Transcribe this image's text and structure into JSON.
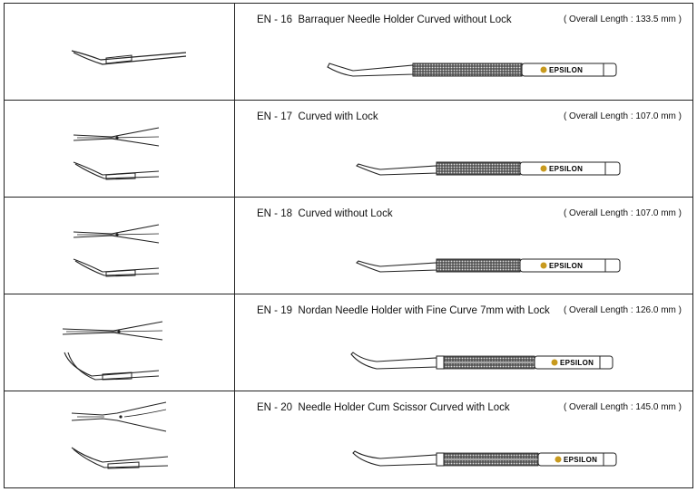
{
  "brand": "EPSILON",
  "rows": [
    {
      "code": "EN - 16",
      "name": "Barraquer Needle Holder Curved without Lock",
      "length": "( Overall Length : 133.5 mm )"
    },
    {
      "code": "EN - 17",
      "name": "Curved with Lock",
      "length": "( Overall Length : 107.0 mm )"
    },
    {
      "code": "EN - 18",
      "name": "Curved without Lock",
      "length": "( Overall Length : 107.0 mm )"
    },
    {
      "code": "EN - 19",
      "name": "Nordan Needle Holder with Fine Curve 7mm with Lock",
      "length": "( Overall Length : 126.0 mm )"
    },
    {
      "code": "EN - 20",
      "name": "Needle Holder Cum Scissor Curved with Lock",
      "length": "( Overall Length : 145.0 mm )"
    }
  ],
  "colors": {
    "line": "#222222",
    "knurl": "#3a3a3a",
    "brand_logo": "#c89a1e"
  }
}
